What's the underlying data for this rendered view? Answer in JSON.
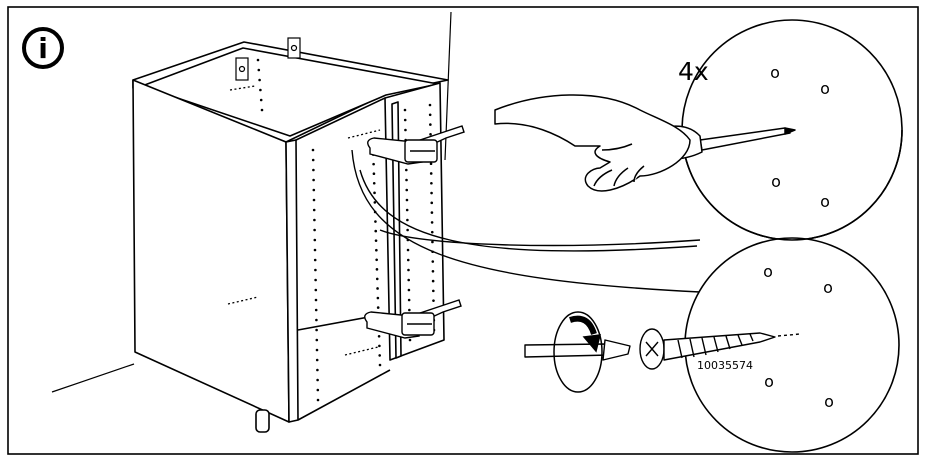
{
  "info_badge": {
    "glyph": "i",
    "icon": "info-circle-icon"
  },
  "quantity_label": "4x",
  "part_number": "10035574",
  "hole_mark": "o",
  "colors": {
    "ink": "#000000",
    "paper": "#ffffff",
    "hand_fill": "#ffffff"
  }
}
